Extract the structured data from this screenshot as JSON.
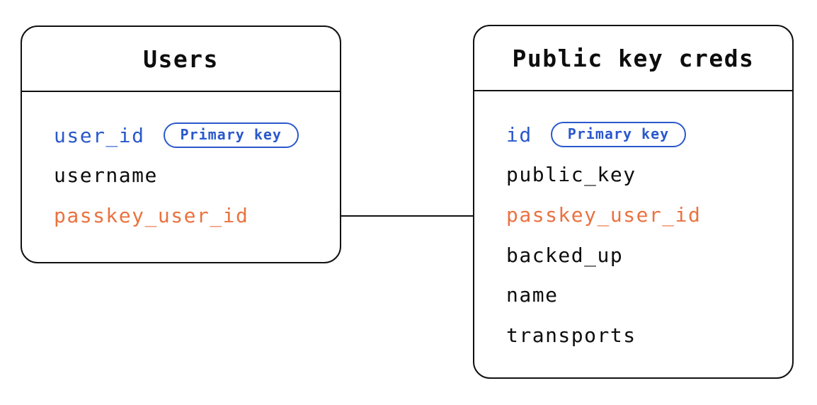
{
  "diagram": {
    "tables": [
      {
        "title": "Users",
        "fields": [
          {
            "name": "user_id",
            "role": "primary",
            "badge": "Primary key"
          },
          {
            "name": "username",
            "role": "normal"
          },
          {
            "name": "passkey_user_id",
            "role": "foreign"
          }
        ]
      },
      {
        "title": "Public key creds",
        "fields": [
          {
            "name": "id",
            "role": "primary",
            "badge": "Primary key"
          },
          {
            "name": "public_key",
            "role": "normal"
          },
          {
            "name": "passkey_user_id",
            "role": "foreign"
          },
          {
            "name": "backed_up",
            "role": "normal"
          },
          {
            "name": "name",
            "role": "normal"
          },
          {
            "name": "transports",
            "role": "normal"
          }
        ]
      }
    ],
    "relationship": {
      "from": "Users.passkey_user_id",
      "to": "Public key creds.passkey_user_id"
    }
  },
  "colors": {
    "primary-key": "#2a58cc",
    "foreign-key": "#ea7240",
    "text": "#0d0d0d",
    "border": "#111111",
    "background": "#ffffff"
  }
}
